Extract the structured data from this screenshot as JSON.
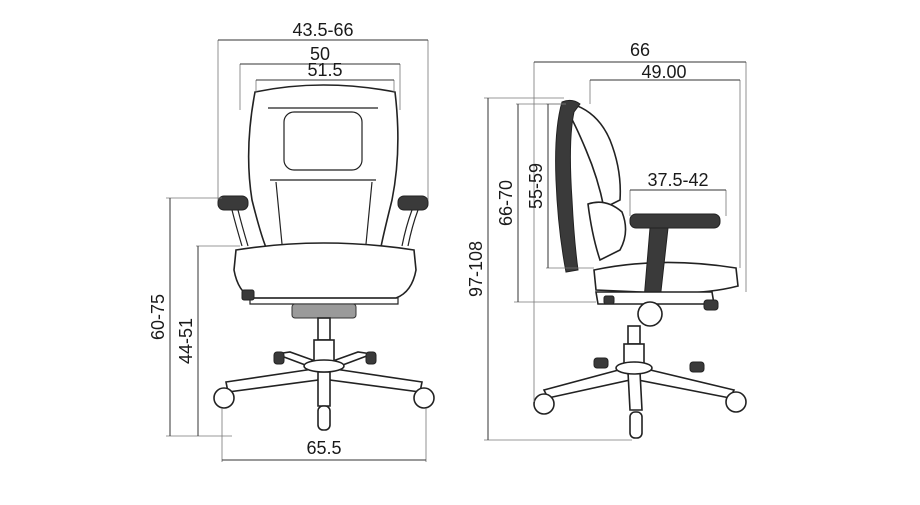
{
  "front_view": {
    "dimensions": {
      "overall_width": "43.5-66",
      "back_width": "50",
      "seat_width": "51.5",
      "arm_height": "60-75",
      "seat_height": "44-51",
      "base_width": "65.5"
    }
  },
  "side_view": {
    "dimensions": {
      "overall_depth": "66",
      "seat_depth": "49.00",
      "total_height": "97-108",
      "back_height": "66-70",
      "backrest_height": "55-59",
      "arm_depth": "37.5-42"
    }
  },
  "colors": {
    "line": "#222222",
    "mesh": "#333333",
    "background": "#ffffff"
  }
}
